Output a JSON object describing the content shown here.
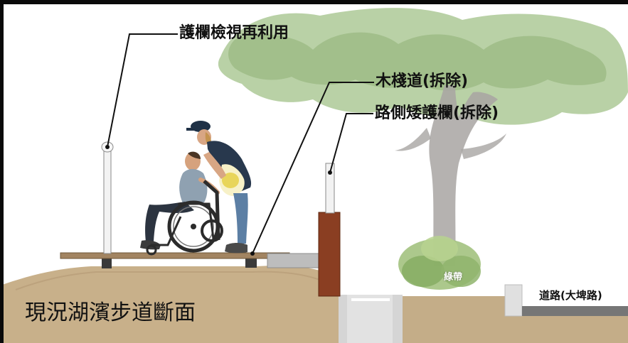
{
  "labels": {
    "guardrail_reuse": "護欄檢視再利用",
    "boardwalk_removed": "木棧道(拆除)",
    "low_guardrail_removed": "路側矮護欄(拆除)",
    "green_belt": "綠帶",
    "road": "道路(大埤路)",
    "section_title": "現況湖濱步道斷面"
  },
  "colors": {
    "soil": "#c9b38e",
    "deck": "#a1825f",
    "brick_post": "#8b3f24",
    "concrete": "#d3d3d3",
    "asphalt": "#777777",
    "tree_canopy": "#9bbd7f",
    "leader_line": "#111111"
  },
  "icons": {
    "people": "wheelchair-user-and-caregiver-figure",
    "tree": "tree-icon",
    "shrub": "shrub-icon"
  }
}
